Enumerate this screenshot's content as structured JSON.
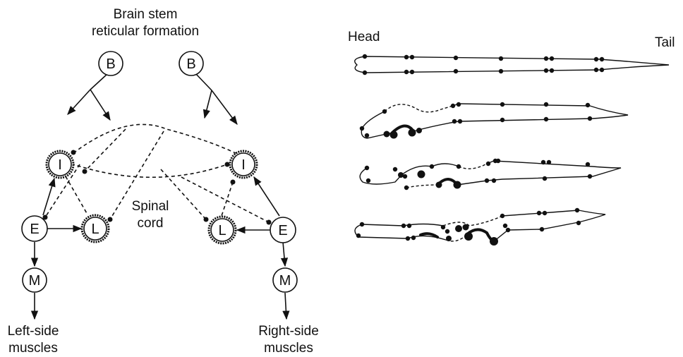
{
  "labels": {
    "brain_stem": [
      "Brain stem",
      "reticular formation"
    ],
    "spinal_cord": [
      "Spinal",
      "cord"
    ],
    "left_muscles": [
      "Left-side",
      "muscles"
    ],
    "right_muscles": [
      "Right-side",
      "muscles"
    ],
    "head": "Head",
    "tail": "Tail"
  },
  "nodes": {
    "b_left": "B",
    "b_right": "B",
    "i_left": "I",
    "i_right": "I",
    "e_left": "E",
    "e_right": "E",
    "l_left": "L",
    "l_right": "L",
    "m_left": "M",
    "m_right": "M"
  }
}
